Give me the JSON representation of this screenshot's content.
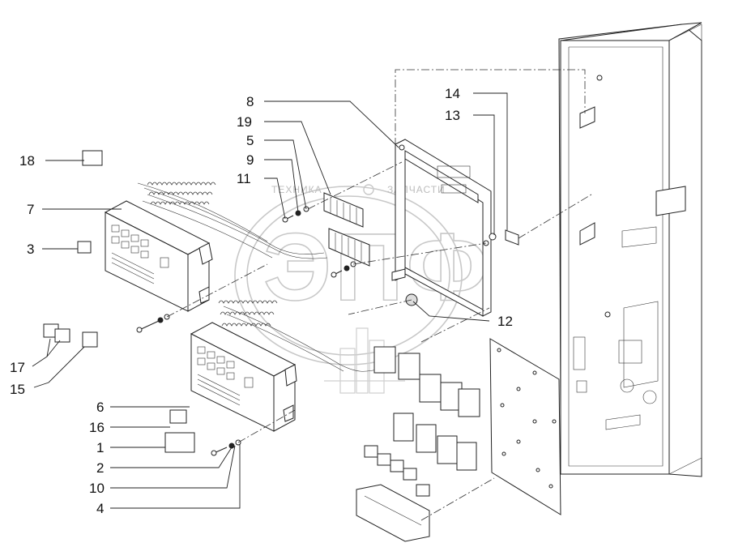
{
  "watermark": {
    "top_left": "ТЕХНИКА",
    "top_right": "ЗАПЧАСТИ",
    "letters": "ЭПФ"
  },
  "callouts": {
    "c18": "18",
    "c7": "7",
    "c3": "3",
    "c17": "17",
    "c15": "15",
    "c6": "6",
    "c16": "16",
    "c1": "1",
    "c2": "2",
    "c10": "10",
    "c4": "4",
    "c8": "8",
    "c19": "19",
    "c5": "5",
    "c9": "9",
    "c11": "11",
    "c14": "14",
    "c13": "13",
    "c12": "12"
  }
}
